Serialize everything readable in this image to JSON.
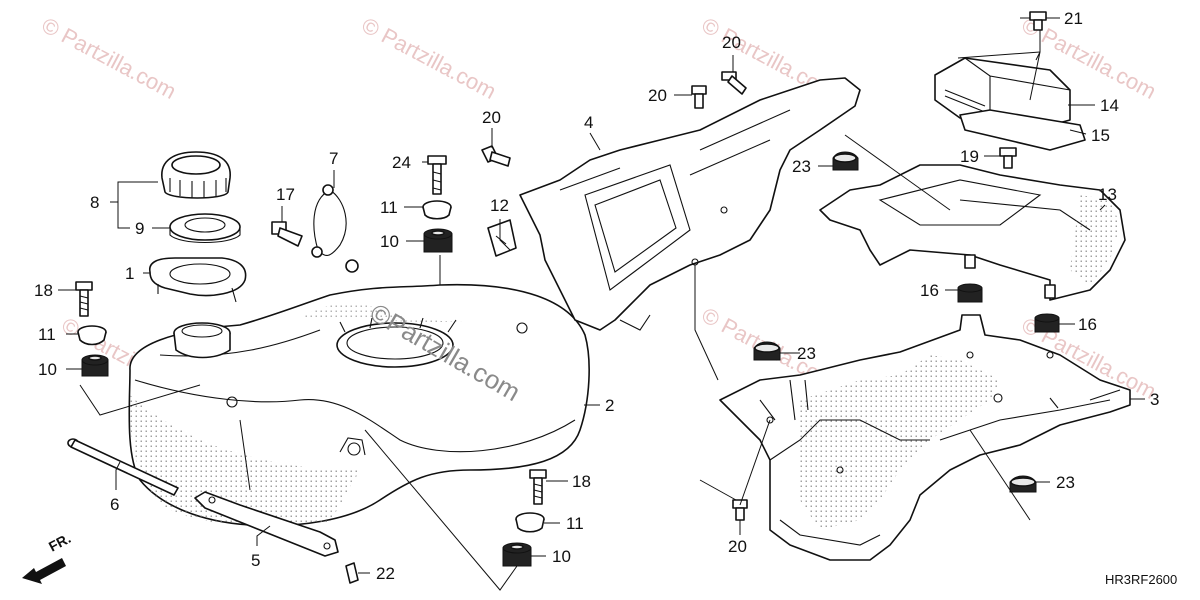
{
  "diagram": {
    "drawing_code": "HR3RF2600",
    "direction_label": "FR.",
    "watermark_text": "© Partzilla.com",
    "center_watermark_text": "©Partzilla.com",
    "callouts": {
      "c1": "1",
      "c2": "2",
      "c3": "3",
      "c4": "4",
      "c5": "5",
      "c6": "6",
      "c7": "7",
      "c8": "8",
      "c9": "9",
      "c10a": "10",
      "c10b": "10",
      "c10c": "10",
      "c11a": "11",
      "c11b": "11",
      "c11c": "11",
      "c12": "12",
      "c13": "13",
      "c14": "14",
      "c15": "15",
      "c16a": "16",
      "c16b": "16",
      "c17": "17",
      "c18a": "18",
      "c18b": "18",
      "c19": "19",
      "c20a": "20",
      "c20b": "20",
      "c20c": "20",
      "c20d": "20",
      "c21": "21",
      "c22": "22",
      "c23a": "23",
      "c23b": "23",
      "c23c": "23",
      "c24": "24"
    }
  }
}
